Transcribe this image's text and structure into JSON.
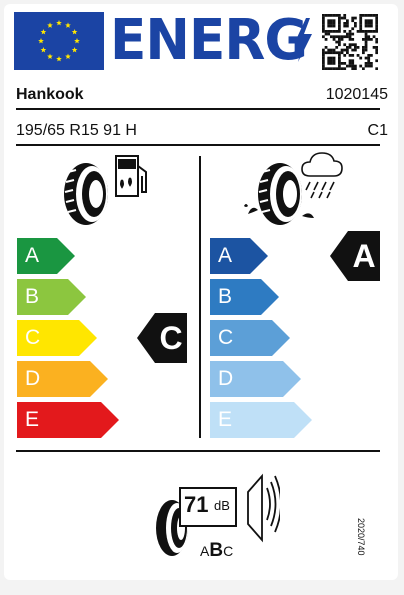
{
  "header": {
    "energy_word": "ENERG",
    "supplier": "Hankook",
    "model_id": "1020145"
  },
  "tyre": {
    "size_designation": "195/65 R15 91 H",
    "tyre_class": "C1"
  },
  "fuel_efficiency": {
    "classes": [
      "A",
      "B",
      "C",
      "D",
      "E"
    ],
    "colors": [
      "#1a9641",
      "#8cc63f",
      "#ffe600",
      "#fbb120",
      "#e3191c"
    ],
    "rating": "C"
  },
  "wet_grip": {
    "classes": [
      "A",
      "B",
      "C",
      "D",
      "E"
    ],
    "colors": [
      "#1c54a2",
      "#2e7bc2",
      "#5c9fd7",
      "#8fc1ea",
      "#bfe0f7"
    ],
    "rating": "A"
  },
  "noise": {
    "value": "71",
    "unit": "dB",
    "classes": [
      "A",
      "B",
      "C"
    ],
    "rating": "B"
  },
  "regulation": "2020/740",
  "icons": [
    "eu-flag-icon",
    "lightning-bolt-icon",
    "qr-code-icon",
    "tyre-icon",
    "fuel-pump-icon",
    "rain-cloud-icon",
    "speaker-icon"
  ],
  "colors": {
    "brand_blue": "#1b44a4",
    "marker": "#111111"
  }
}
